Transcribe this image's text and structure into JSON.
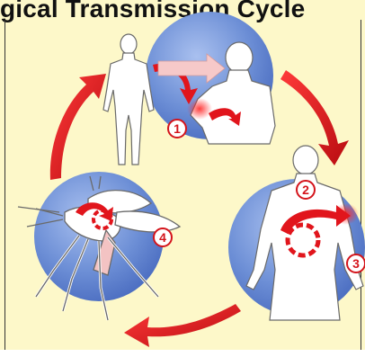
{
  "title": "gical Transmission Cycle",
  "steps": [
    {
      "number": "1"
    },
    {
      "number": "2"
    },
    {
      "number": "3"
    },
    {
      "number": "4"
    }
  ],
  "colors": {
    "background": "#fdf8c9",
    "circle": "#6d8fd6",
    "arrow": "#e1151c",
    "body_fill": "#ffffff",
    "label_ring": "#d4141b"
  }
}
